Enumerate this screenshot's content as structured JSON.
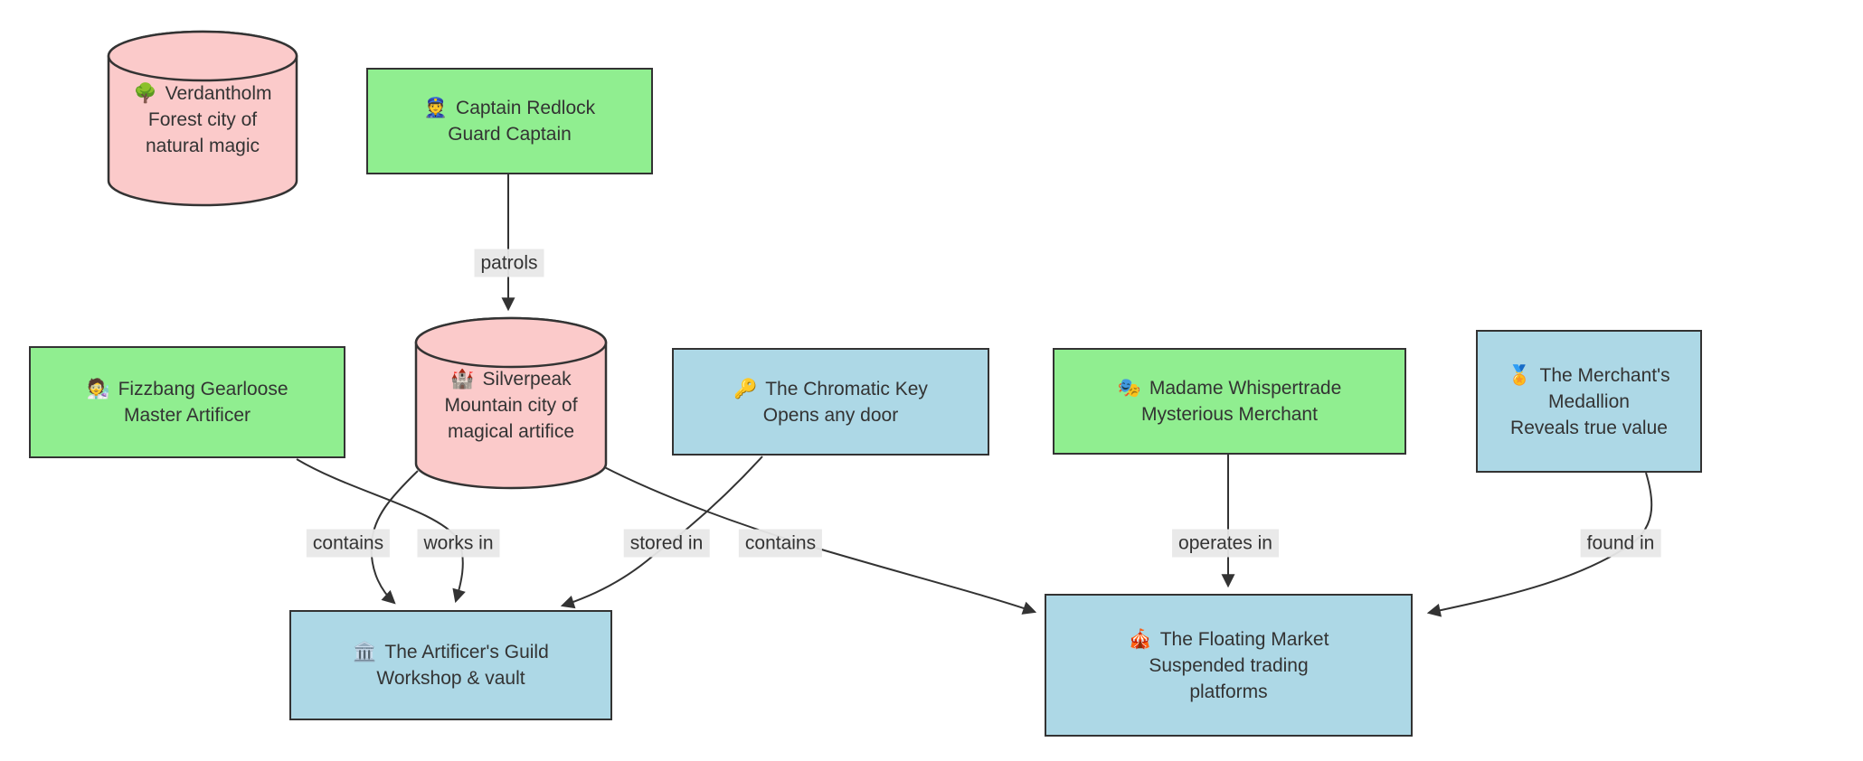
{
  "nodes": {
    "verdantholm": {
      "icon": "🌳",
      "line1": "Verdantholm",
      "line2": "Forest city of",
      "line3": "natural magic"
    },
    "captain": {
      "icon": "👮",
      "line1": "Captain Redlock",
      "line2": "Guard Captain"
    },
    "fizzbang": {
      "icon": "🧑‍🔬",
      "line1": "Fizzbang Gearloose",
      "line2": "Master Artificer"
    },
    "silverpeak": {
      "icon": "🏰",
      "line1": "Silverpeak",
      "line2": "Mountain city of",
      "line3": "magical artifice"
    },
    "key": {
      "icon": "🔑",
      "line1": "The Chromatic Key",
      "line2": "Opens any door"
    },
    "whispertrade": {
      "icon": "🎭",
      "line1": "Madame Whispertrade",
      "line2": "Mysterious Merchant"
    },
    "medallion": {
      "icon": "🏅",
      "line1": "The Merchant's",
      "line2": "Medallion",
      "line3": "Reveals true value"
    },
    "guild": {
      "icon": "🏛️",
      "line1": "The Artificer's Guild",
      "line2": "Workshop & vault"
    },
    "market": {
      "icon": "🎪",
      "line1": "The Floating Market",
      "line2": "Suspended trading",
      "line3": "platforms"
    }
  },
  "edges": [
    {
      "from": "Captain Redlock",
      "to": "Silverpeak",
      "label": "patrols"
    },
    {
      "from": "Silverpeak",
      "to": "The Artificer's Guild",
      "label": "contains"
    },
    {
      "from": "Fizzbang Gearloose",
      "to": "The Artificer's Guild",
      "label": "works in"
    },
    {
      "from": "The Chromatic Key",
      "to": "The Artificer's Guild",
      "label": "stored in"
    },
    {
      "from": "Silverpeak",
      "to": "The Floating Market",
      "label": "contains"
    },
    {
      "from": "Madame Whispertrade",
      "to": "The Floating Market",
      "label": "operates in"
    },
    {
      "from": "The Merchant's Medallion",
      "to": "The Floating Market",
      "label": "found in"
    }
  ],
  "colors": {
    "city_fill": "#FBCACA",
    "character_fill": "#90EE90",
    "location_item_fill": "#ADD8E6",
    "node_stroke": "#333333",
    "edge_stroke": "#333333",
    "edge_label_bg": "#E8E8E8",
    "text": "#333333",
    "background": "#FFFFFF"
  }
}
